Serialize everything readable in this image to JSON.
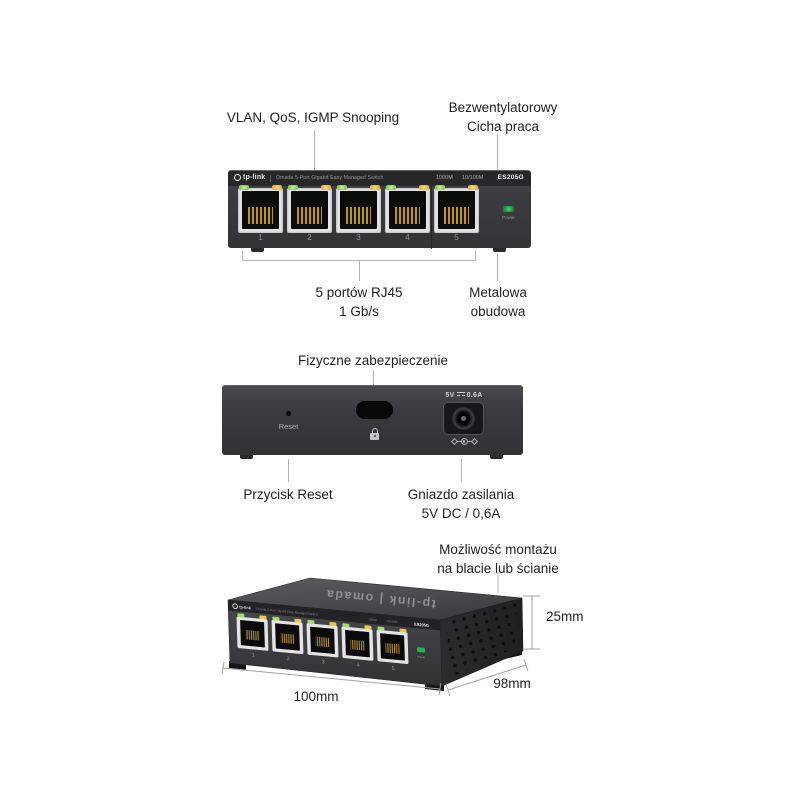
{
  "annotations": {
    "vlan": "VLAN, QoS, IGMP Snooping",
    "fanless_1": "Bezwentylatorowy",
    "fanless_2": "Cicha praca",
    "ports_1": "5 portów RJ45",
    "ports_2": "1 Gb/s",
    "metal_1": "Metalowa",
    "metal_2": "obudowa",
    "security": "Fizyczne zabezpieczenie",
    "reset": "Przycisk Reset",
    "power_1": "Gniazdo zasilania",
    "power_2": "5V DC / 0,6A",
    "mount_1": "Możliwość montażu",
    "mount_2": "na blacie lub ścianie"
  },
  "front_panel": {
    "brand": "tp-link",
    "product_name": "Omada 5-Port Gigabit Easy Managed Switch",
    "led_1000m": "1000M",
    "led_10_100m": "10/100M",
    "model": "ES205G",
    "power_led": "Power",
    "port_numbers": [
      "1",
      "2",
      "3",
      "4",
      "5"
    ]
  },
  "back_panel": {
    "reset_label": "Reset",
    "power_rating_prefix": "5V",
    "power_rating_suffix": "0.6A"
  },
  "top_panel": {
    "brand_text": "tp-link | omada"
  },
  "dimensions": {
    "height": "25mm",
    "depth": "98mm",
    "width": "100mm"
  },
  "colors": {
    "body_dark": "#3b3b3f",
    "led_green": "#8cc45e",
    "led_yellow": "#d9b43e",
    "power_led_green": "#2fae4e",
    "annotation_text": "#1f1f1f",
    "callout_line": "#b3b3b6"
  }
}
